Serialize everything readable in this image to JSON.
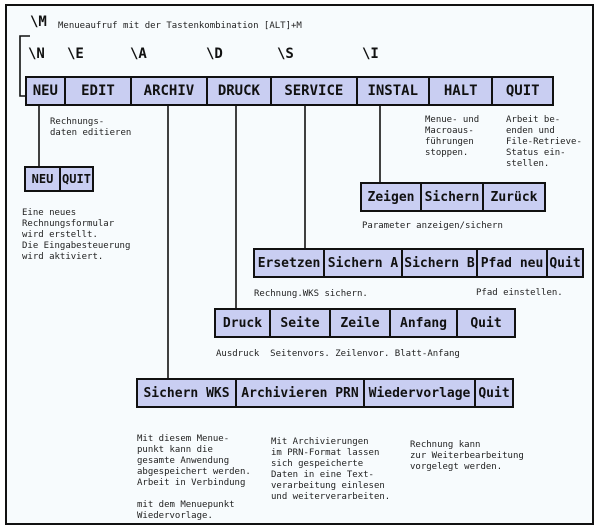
{
  "header": {
    "marker": "\\M",
    "caption": "Menueaufruf mit der Tastenkombination [ALT]+M"
  },
  "hotkeys": [
    "\\N",
    "\\E",
    "\\A",
    "\\D",
    "\\S",
    "\\I"
  ],
  "main_menu": [
    "NEU",
    "EDIT",
    "ARCHIV",
    "DRUCK",
    "SERVICE",
    "INSTAL",
    "HALT",
    "QUIT"
  ],
  "notes": {
    "edit": "Rechnungs-\ndaten editieren",
    "halt": "Menue- und\nMacroaus-\nführungen\nstoppen.",
    "quit": "Arbeit be-\nenden und\nFile-Retrieve-\nStatus ein-\nstellen.",
    "neu": "Eine neues\nRechnungsformular\nwird erstellt.\nDie Eingabesteuerung\nwird aktiviert.",
    "instal": "Parameter anzeigen/sichern",
    "service_left": "Rechnung.WKS sichern.",
    "service_right": "Pfad einstellen.",
    "druck": "Ausdruck  Seitenvors. Zeilenvor. Blatt-Anfang",
    "archiv_1": "Mit diesem Menue-\npunkt kann die\ngesamte Anwendung\nabgespeichert werden.\nArbeit in Verbindung\n\nmit dem Menuepunkt\nWiedervorlage.",
    "archiv_2": "Mit Archivierungen\nim PRN-Format lassen\nsich gespeicherte\nDaten in eine Text-\nverarbeitung einlesen\nund weiterverarbeiten.",
    "archiv_3": "Rechnung kann\nzur Weiterbearbeitung\nvorgelegt werden."
  },
  "submenus": {
    "neu": [
      "NEU",
      "QUIT"
    ],
    "instal": [
      "Zeigen",
      "Sichern",
      "Zurück"
    ],
    "service": [
      "Ersetzen",
      "Sichern A",
      "Sichern B",
      "Pfad neu",
      "Quit"
    ],
    "druck": [
      "Druck",
      "Seite",
      "Zeile",
      "Anfang",
      "Quit"
    ],
    "archiv": [
      "Sichern WKS",
      "Archivieren PRN",
      "Wiedervorlage",
      "Quit"
    ]
  },
  "colors": {
    "menu_fill": "#c9cef2",
    "border": "#111111",
    "panel": "#f7fbfd"
  }
}
